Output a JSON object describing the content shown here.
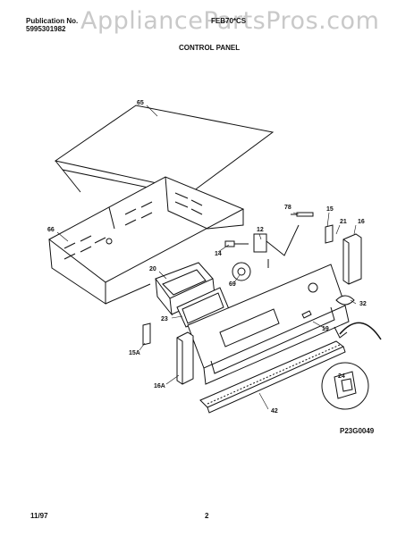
{
  "header": {
    "publication_label": "Publication No.",
    "publication_number": "5995301982",
    "model": "FEB70*CS",
    "section_title": "CONTROL PANEL",
    "watermark": "AppliancePartsPros.com"
  },
  "callouts": [
    {
      "id": "c65",
      "label": "65"
    },
    {
      "id": "c66",
      "label": "66"
    },
    {
      "id": "c78",
      "label": "78"
    },
    {
      "id": "c15",
      "label": "15"
    },
    {
      "id": "c21",
      "label": "21"
    },
    {
      "id": "c16",
      "label": "16"
    },
    {
      "id": "c12",
      "label": "12"
    },
    {
      "id": "c14",
      "label": "14"
    },
    {
      "id": "c20",
      "label": "20"
    },
    {
      "id": "c69",
      "label": "69"
    },
    {
      "id": "c32",
      "label": "32"
    },
    {
      "id": "c23",
      "label": "23"
    },
    {
      "id": "c19",
      "label": "19"
    },
    {
      "id": "c15a",
      "label": "15A"
    },
    {
      "id": "c16a",
      "label": "16A"
    },
    {
      "id": "c24",
      "label": "24"
    },
    {
      "id": "c42",
      "label": "42"
    }
  ],
  "drawing_code": "P23G0049",
  "footer": {
    "date": "11/97",
    "page": "2"
  }
}
